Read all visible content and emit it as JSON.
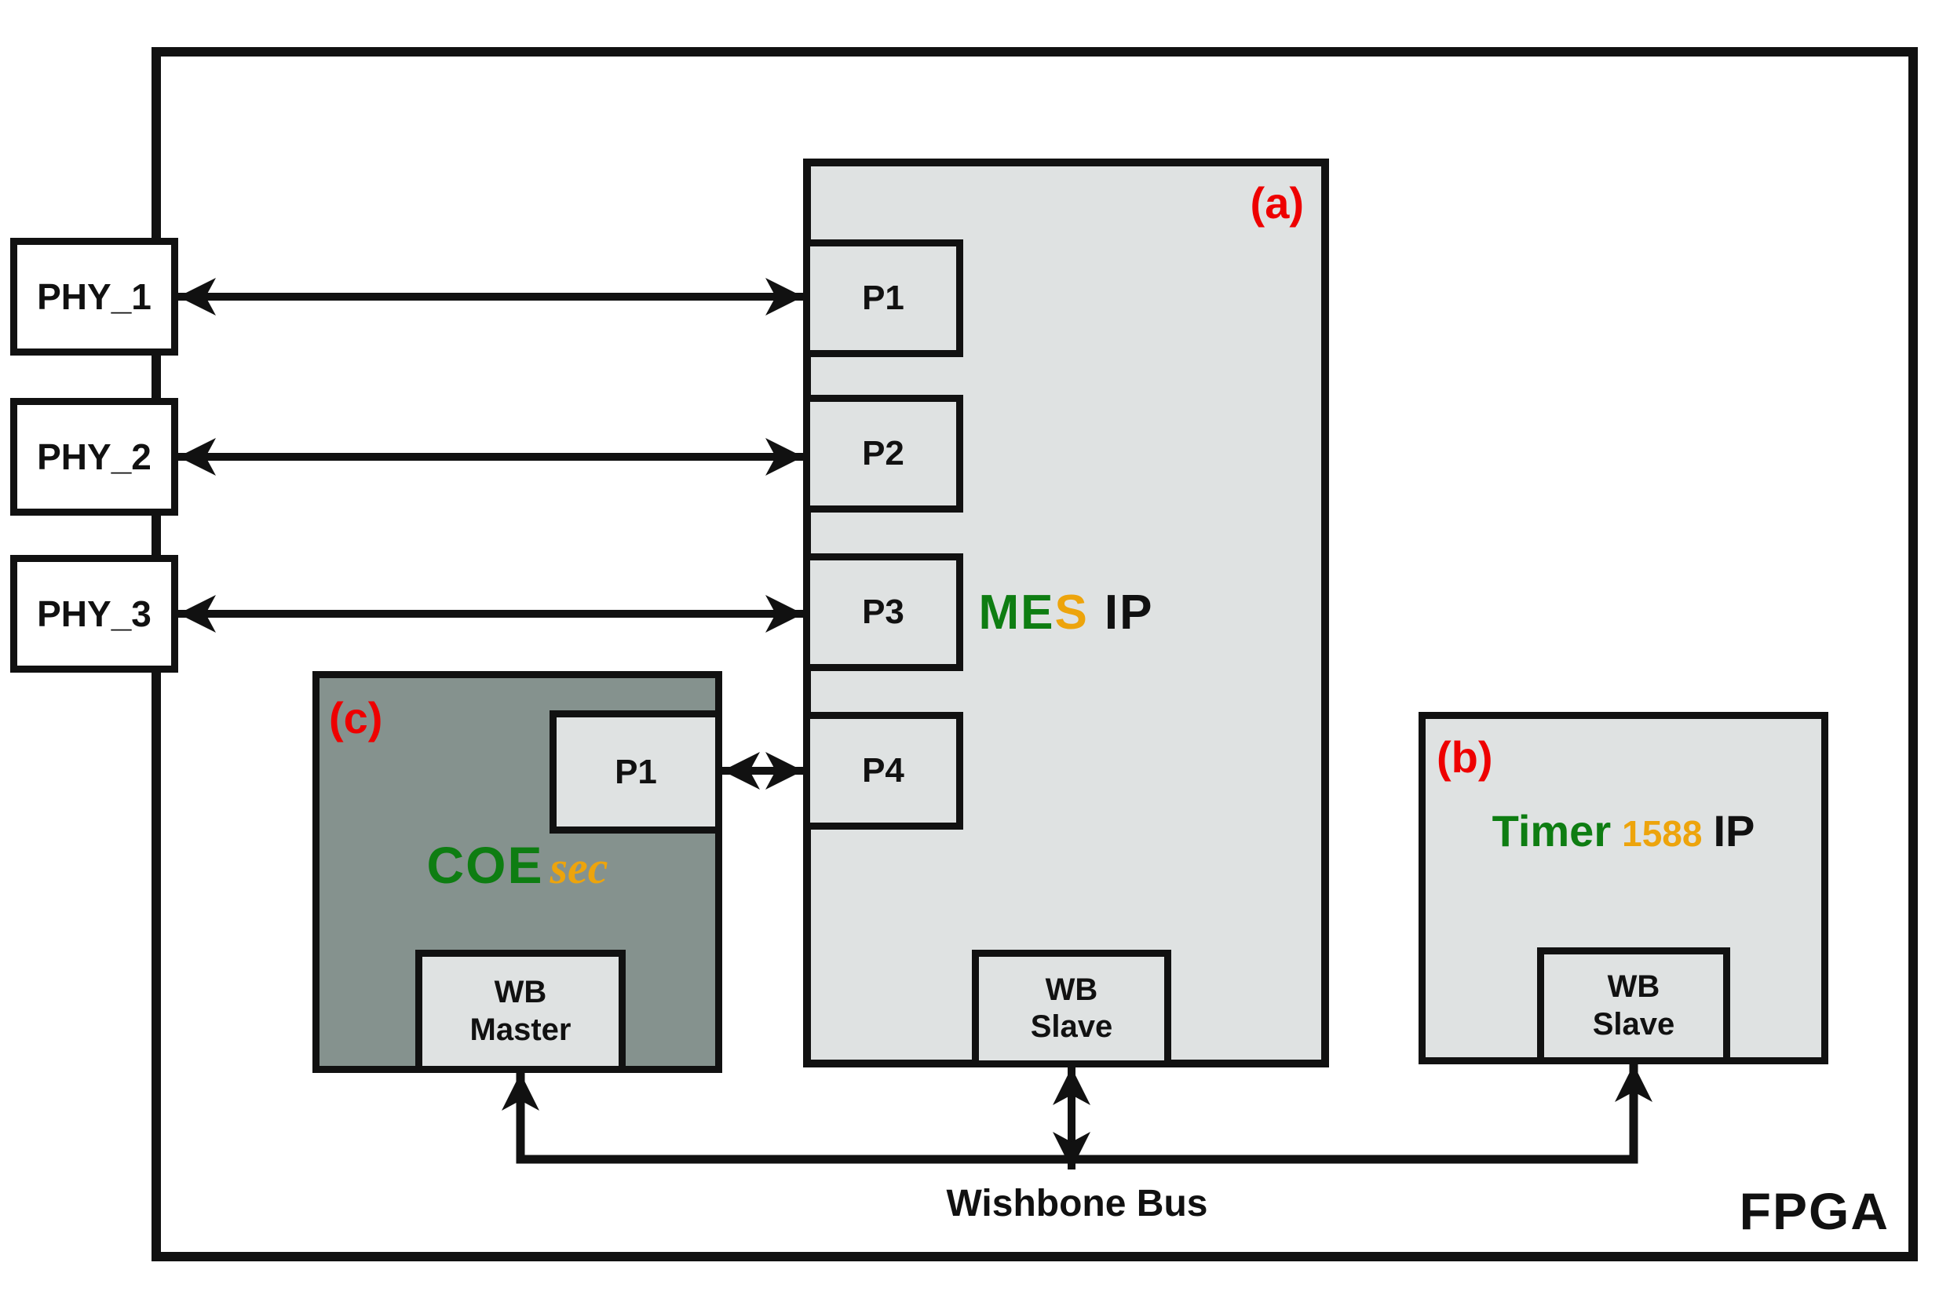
{
  "colors": {
    "accent_green": "#0e7d12",
    "accent_orange": "#eda40c",
    "tag_red": "#ee0000",
    "block_light_gray": "#dfe2e2",
    "block_dark_gray": "#85928e",
    "line_black": "#111111"
  },
  "fpga": {
    "label": "FPGA"
  },
  "phy_boxes": [
    {
      "label": "PHY_1"
    },
    {
      "label": "PHY_2"
    },
    {
      "label": "PHY_3"
    }
  ],
  "mes_ip": {
    "tag": "(a)",
    "title_green": "ME",
    "title_orange": "S",
    "title_black": "IP",
    "ports": [
      {
        "label": "P1"
      },
      {
        "label": "P2"
      },
      {
        "label": "P3"
      },
      {
        "label": "P4"
      }
    ],
    "wb": {
      "line1": "WB",
      "line2": "Slave"
    }
  },
  "coesec": {
    "tag": "(c)",
    "title_green": "COE",
    "title_orange": "sec",
    "port": {
      "label": "P1"
    },
    "wb": {
      "line1": "WB",
      "line2": "Master"
    }
  },
  "timer": {
    "tag": "(b)",
    "title_green": "Timer",
    "title_orange": "1588",
    "title_black": "IP",
    "wb": {
      "line1": "WB",
      "line2": "Slave"
    }
  },
  "bus": {
    "label": "Wishbone Bus"
  }
}
